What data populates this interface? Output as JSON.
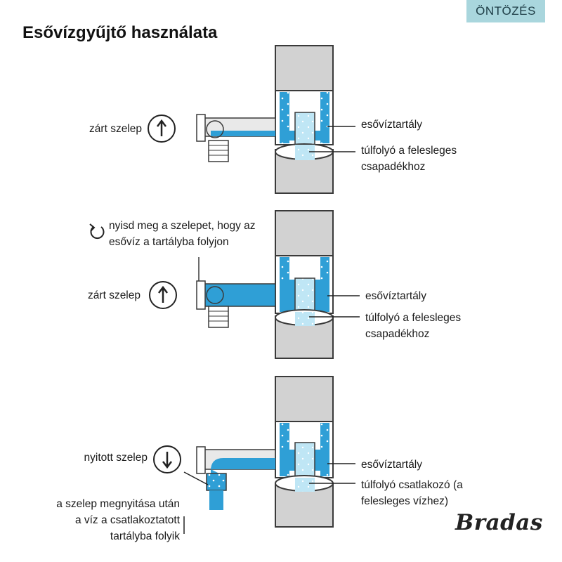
{
  "badge": "ÖNTÖZÉS",
  "title": "Esővízgyűjtő használata",
  "logo": "Bradas",
  "icons": {
    "arrow_up": "arrow-up-icon",
    "arrow_down": "arrow-down-icon",
    "rotate": "rotate-icon"
  },
  "colors": {
    "water": "#2f9fd6",
    "water_light": "#bfe6f5",
    "pipe_gray": "#d2d2d2",
    "outline": "#3a3a3a",
    "badge_bg": "#a9d6dd"
  },
  "panels": [
    {
      "valve_label": "zárt szelep",
      "tank_label": "esővíztartály",
      "overflow_label": [
        "túlfolyó a felesleges",
        "csapadékhoz"
      ]
    },
    {
      "instruction": [
        "nyisd meg a szelepet, hogy az",
        "esővíz a tartályba folyjon"
      ],
      "valve_label": "zárt szelep",
      "tank_label": "esővíztartály",
      "overflow_label": [
        "túlfolyó a felesleges",
        "csapadékhoz"
      ]
    },
    {
      "valve_label": "nyitott szelep",
      "tank_label": "esővíztartály",
      "overflow_label": [
        "túlfolyó csatlakozó (a",
        "felesleges vízhez)"
      ],
      "flow_note": [
        "a szelep megnyitása után",
        "a víz a csatlakoztatott",
        "tartályba folyik"
      ]
    }
  ]
}
